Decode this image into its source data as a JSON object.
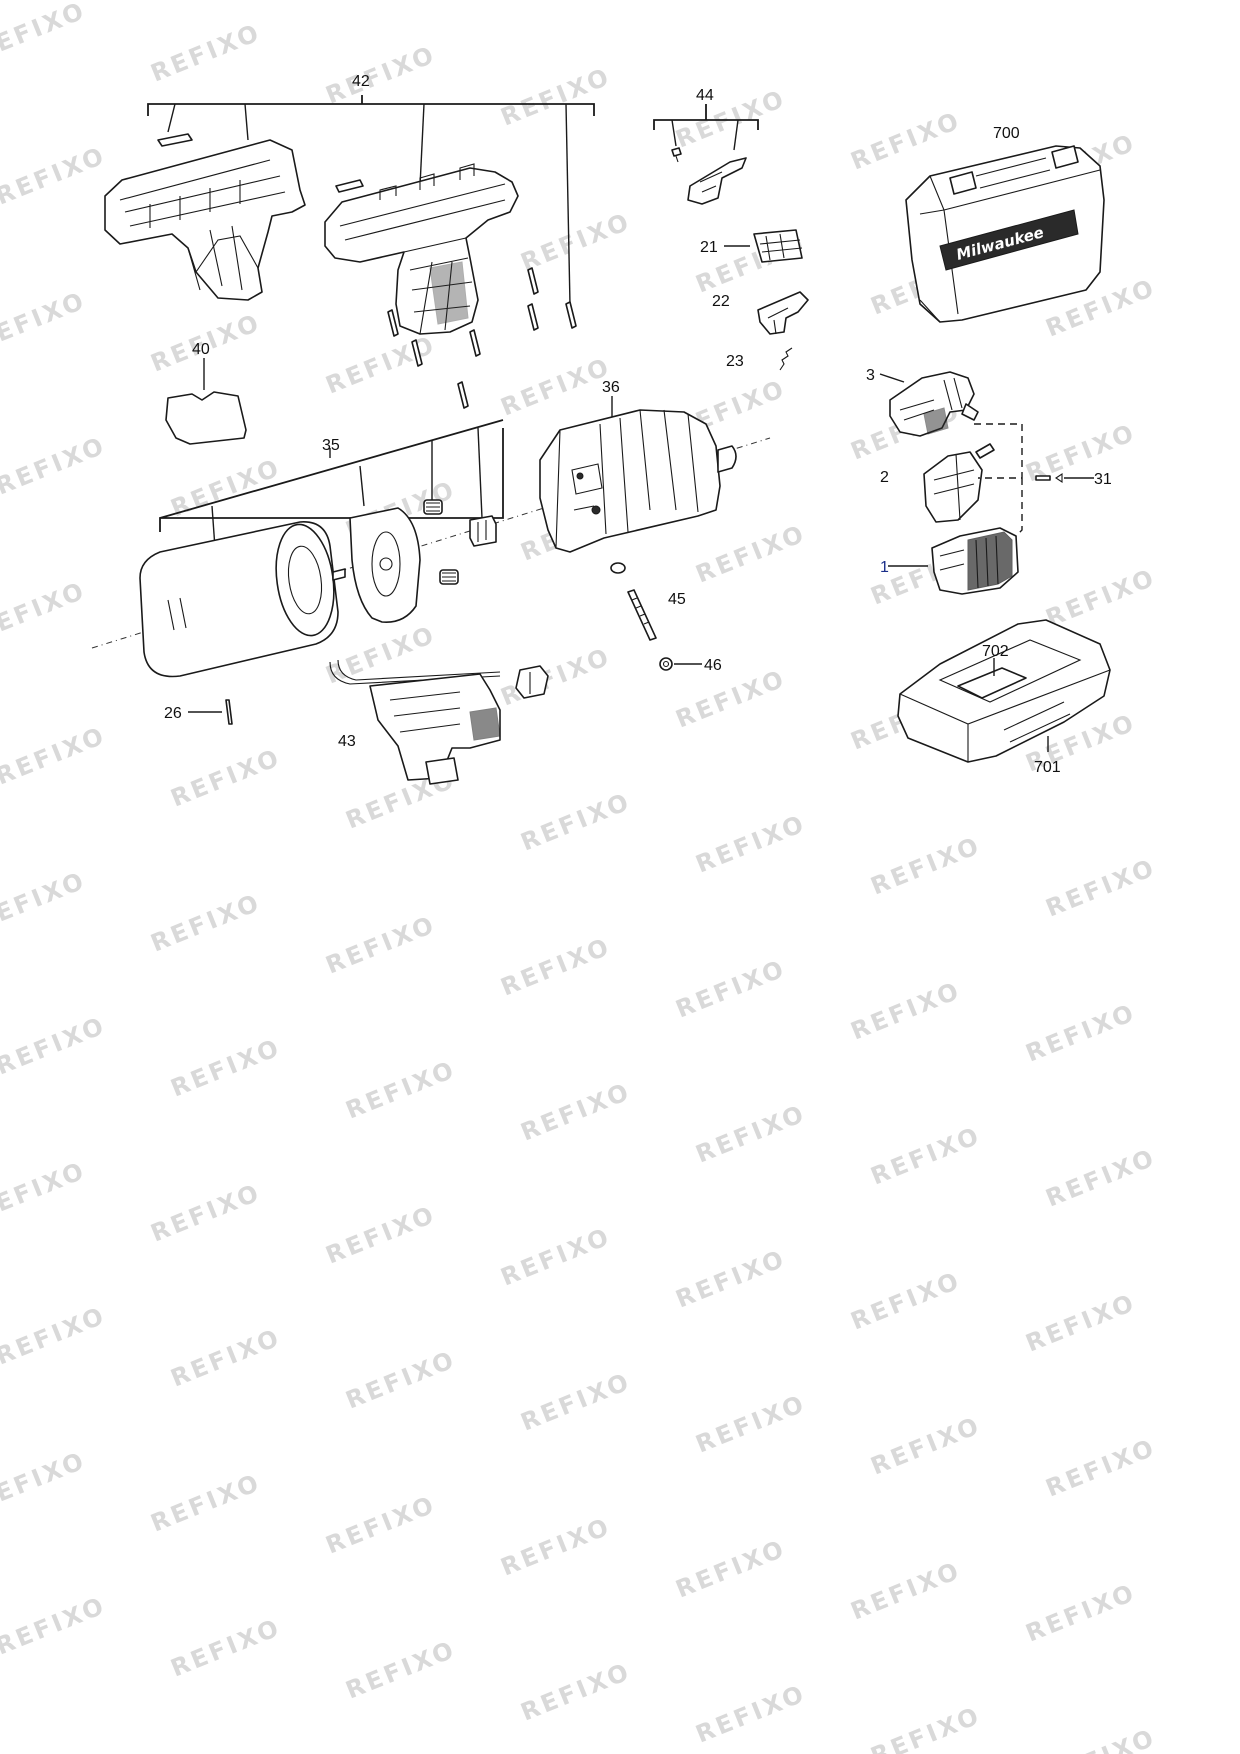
{
  "watermark": {
    "text": "REFIXO"
  },
  "callouts": {
    "c1": "1",
    "c2": "2",
    "c3": "3",
    "c21": "21",
    "c22": "22",
    "c23": "23",
    "c26": "26",
    "c31": "31",
    "c35": "35",
    "c36": "36",
    "c40": "40",
    "c42": "42",
    "c43": "43",
    "c44": "44",
    "c45": "45",
    "c46": "46",
    "c700": "700",
    "c701": "701",
    "c702": "702"
  },
  "case_logo": {
    "text": "Milwaukee"
  },
  "colors": {
    "line": "#1a1a1a",
    "watermark": "#d9d9d9",
    "accent_callout": "#1b2f8a"
  }
}
